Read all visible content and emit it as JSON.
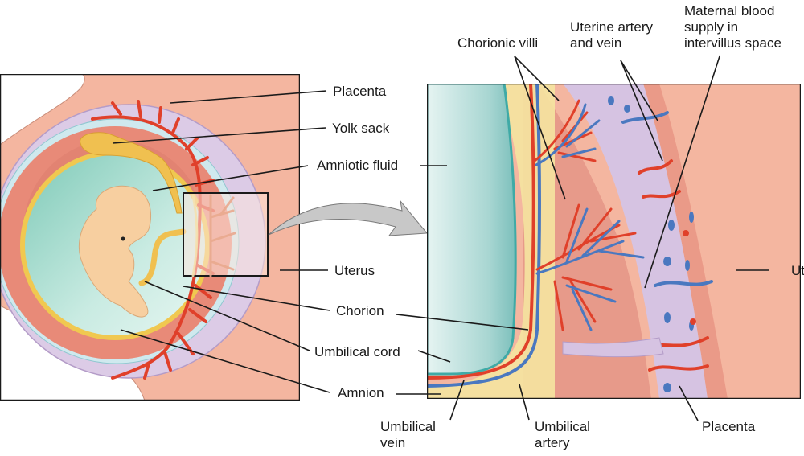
{
  "title": "Placenta and fetal membranes diagram",
  "colors": {
    "uterus": "#f4b6a0",
    "placenta_lilac": "#d7c6e4",
    "decidua_red": "#e88a78",
    "amniotic_fluid": "#9fd8c8",
    "embryo": "#f7cfa0",
    "yolk": "#f0c050",
    "artery": "#e0402a",
    "vein": "#4a78c0",
    "chorion_yellow": "#f5e4a0",
    "arrow": "#c8c8c8",
    "line": "#1a1a1a"
  },
  "left_panel": {
    "labels": [
      {
        "id": "placenta",
        "text": "Placenta"
      },
      {
        "id": "yolk-sack",
        "text": "Yolk sack"
      },
      {
        "id": "amniotic-fluid",
        "text": "Amniotic fluid"
      },
      {
        "id": "uterus",
        "text": "Uterus"
      },
      {
        "id": "chorion",
        "text": "Chorion"
      },
      {
        "id": "umbilical-cord",
        "text": "Umbilical cord"
      },
      {
        "id": "amnion",
        "text": "Amnion"
      }
    ]
  },
  "right_panel": {
    "labels": [
      {
        "id": "chorionic-villi",
        "text": "Chorionic villi"
      },
      {
        "id": "uterine-artery-vein",
        "text": "Uterine artery\nand vein"
      },
      {
        "id": "maternal-blood-supply",
        "text": "Maternal blood\nsupply in\nintervillus space"
      },
      {
        "id": "uterus-right",
        "text": "Ut"
      },
      {
        "id": "umbilical-vein",
        "text": "Umbilical\nvein"
      },
      {
        "id": "umbilical-artery",
        "text": "Umbilical\nartery"
      },
      {
        "id": "placenta-right",
        "text": "Placenta"
      }
    ]
  }
}
